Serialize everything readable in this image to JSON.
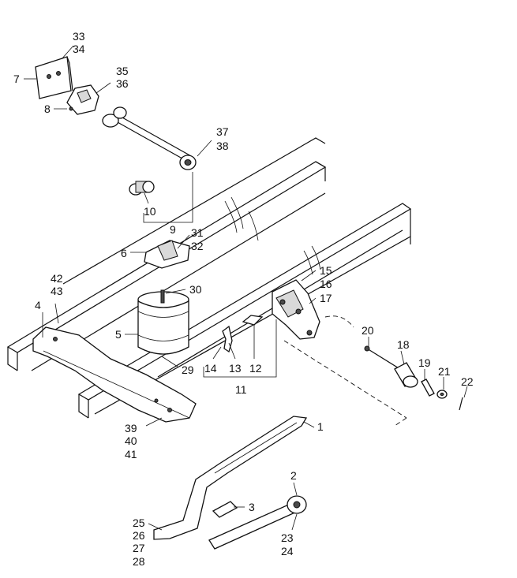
{
  "callouts": [
    {
      "id": "c33",
      "text": "33"
    },
    {
      "id": "c34",
      "text": "34"
    },
    {
      "id": "c7",
      "text": "7"
    },
    {
      "id": "c35",
      "text": "35"
    },
    {
      "id": "c36",
      "text": "36"
    },
    {
      "id": "c8",
      "text": "8"
    },
    {
      "id": "c37",
      "text": "37"
    },
    {
      "id": "c38",
      "text": "38"
    },
    {
      "id": "c10",
      "text": "10"
    },
    {
      "id": "c9",
      "text": "9"
    },
    {
      "id": "c31",
      "text": "31"
    },
    {
      "id": "c32",
      "text": "32"
    },
    {
      "id": "c6",
      "text": "6"
    },
    {
      "id": "c42",
      "text": "42"
    },
    {
      "id": "c43",
      "text": "43"
    },
    {
      "id": "c4",
      "text": "4"
    },
    {
      "id": "c30",
      "text": "30"
    },
    {
      "id": "c5",
      "text": "5"
    },
    {
      "id": "c29",
      "text": "29"
    },
    {
      "id": "c15",
      "text": "15"
    },
    {
      "id": "c16",
      "text": "16"
    },
    {
      "id": "c17",
      "text": "17"
    },
    {
      "id": "c20",
      "text": "20"
    },
    {
      "id": "c18",
      "text": "18"
    },
    {
      "id": "c19",
      "text": "19"
    },
    {
      "id": "c21",
      "text": "21"
    },
    {
      "id": "c22",
      "text": "22"
    },
    {
      "id": "c14",
      "text": "14"
    },
    {
      "id": "c13",
      "text": "13"
    },
    {
      "id": "c12",
      "text": "12"
    },
    {
      "id": "c11",
      "text": "11"
    },
    {
      "id": "c39",
      "text": "39"
    },
    {
      "id": "c40",
      "text": "40"
    },
    {
      "id": "c41",
      "text": "41"
    },
    {
      "id": "c1",
      "text": "1"
    },
    {
      "id": "c2",
      "text": "2"
    },
    {
      "id": "c3",
      "text": "3"
    },
    {
      "id": "c25",
      "text": "25"
    },
    {
      "id": "c26",
      "text": "26"
    },
    {
      "id": "c27",
      "text": "27"
    },
    {
      "id": "c28",
      "text": "28"
    },
    {
      "id": "c23",
      "text": "23"
    },
    {
      "id": "c24",
      "text": "24"
    }
  ]
}
